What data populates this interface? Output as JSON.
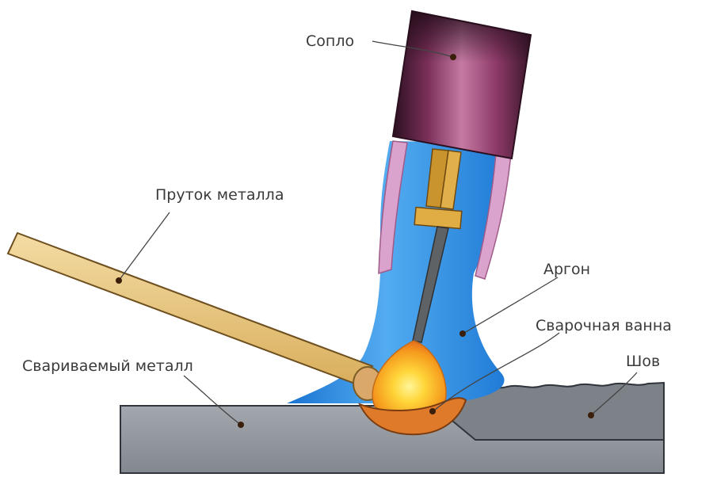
{
  "labels": {
    "nozzle": "Сопло",
    "filler_rod": "Пруток металла",
    "argon": "Аргон",
    "weld_pool": "Сварочная ванна",
    "base_metal": "Свариваемый металл",
    "seam": "Шов"
  },
  "colors": {
    "nozzle_dark": "#3b1b2c",
    "nozzle_pink": "#b45a8a",
    "nozzle_sleeve": "#d69bc8",
    "argon_blue": "#2f8fe0",
    "argon_light": "#7cc1f4",
    "electrode": "#6b6d70",
    "collet": "#d7a43a",
    "rod": "#e7c783",
    "rod_edge": "#7a5a25",
    "arc_yellow": "#ffe34a",
    "arc_orange": "#f39a1e",
    "pool": "#e27c2d",
    "metal": "#8d9298",
    "metal_light": "#a2a7ad",
    "metal_edge": "#343a40",
    "seam": "#7b8085"
  }
}
